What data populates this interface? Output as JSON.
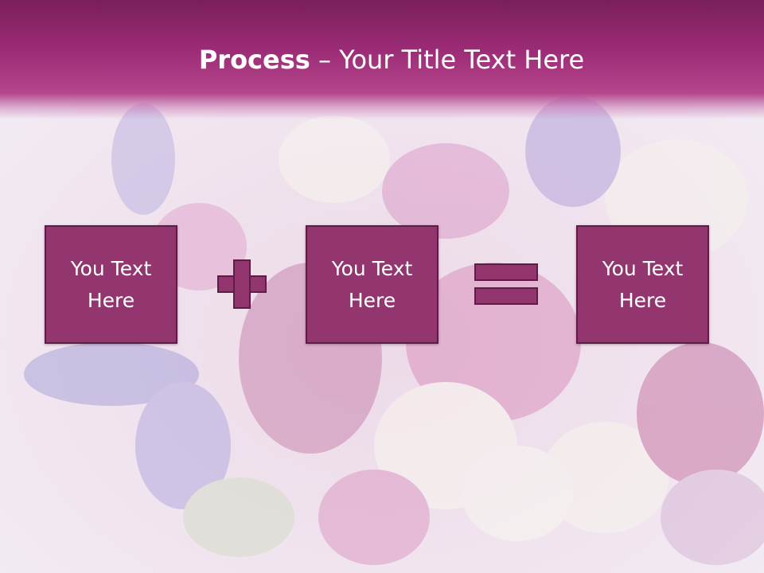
{
  "slide": {
    "title_bold": "Process",
    "title_rest": " – Your Title Text Here",
    "boxes": [
      {
        "text": "You Text Here"
      },
      {
        "text": "You Text Here"
      },
      {
        "text": "You Text Here"
      }
    ]
  },
  "icons": {
    "operator_1": "plus-icon",
    "operator_2": "equals-icon"
  },
  "colors": {
    "header": "#9a2a74",
    "box_fill": "#933670",
    "box_border": "#5e1d45",
    "text": "#ffffff"
  }
}
